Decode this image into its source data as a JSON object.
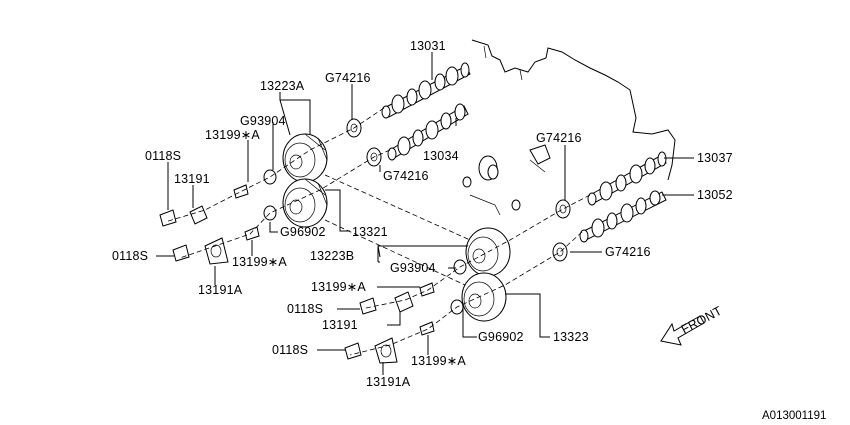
{
  "labels": {
    "p13031": "13031",
    "p13223A": "13223A",
    "g74216_a": "G74216",
    "g93904_a": "G93904",
    "p13199A_a": "13199∗A",
    "p0118S_a": "0118S",
    "p13191_a": "13191",
    "p13034": "13034",
    "g74216_b": "G74216",
    "g96902_a": "G96902",
    "p13321": "13321",
    "p0118S_b": "0118S",
    "p13199A_b": "13199∗A",
    "p13191A_a": "13191A",
    "g74216_c": "G74216",
    "p13037": "13037",
    "p13052": "13052",
    "p13223B": "13223B",
    "g93904_b": "G93904",
    "g74216_d": "G74216",
    "p13199A_c": "13199∗A",
    "p0118S_c": "0118S",
    "p13191_b": "13191",
    "g96902_b": "G96902",
    "p13323": "13323",
    "p0118S_d": "0118S",
    "p13199A_d": "13199∗A",
    "p13191A_b": "13191A",
    "front": "FRONT",
    "diagram_id": "A013001191"
  }
}
